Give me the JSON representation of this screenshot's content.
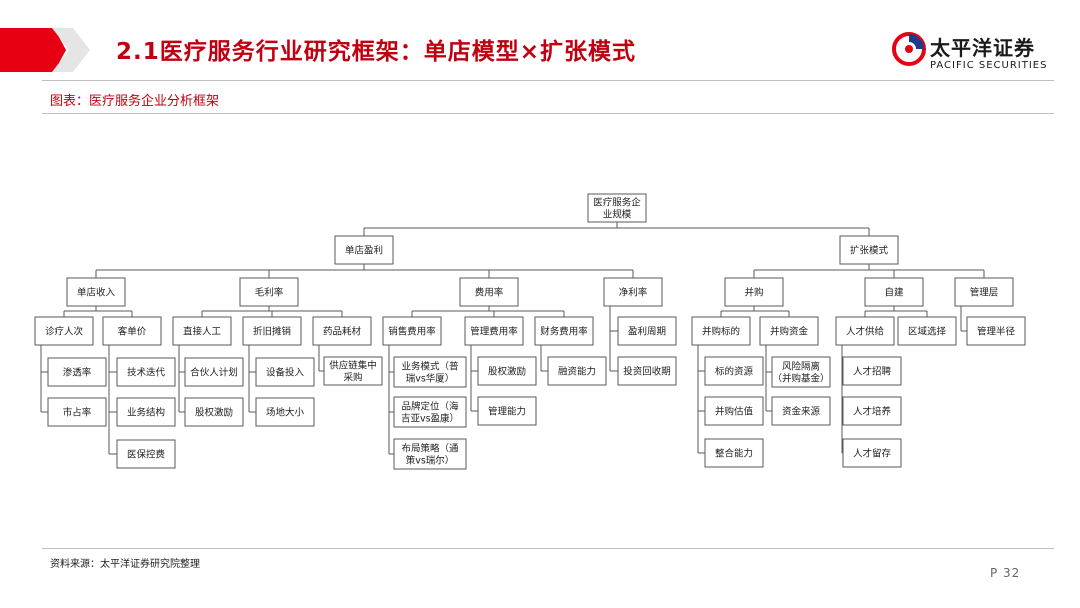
{
  "header": {
    "title": "2.1医疗服务行业研究框架：单店模型×扩张模式",
    "brand_cn": "太平洋证券",
    "brand_en": "PACIFIC SECURITIES"
  },
  "figure_label": "图表：医疗服务企业分析框架",
  "source": "资料来源：太平洋证券研究院整理",
  "page_number": "P 32",
  "colors": {
    "accent": "#e60012",
    "title": "#c00010",
    "border": "#595959"
  },
  "diagram": {
    "nodes": [
      {
        "id": "root",
        "lines": [
          "医疗服务企",
          "业规模"
        ]
      },
      {
        "id": "dd",
        "lines": [
          "单店盈利"
        ]
      },
      {
        "id": "kz",
        "lines": [
          "扩张模式"
        ]
      },
      {
        "id": "ddsr",
        "lines": [
          "单店收入"
        ]
      },
      {
        "id": "mll",
        "lines": [
          "毛利率"
        ]
      },
      {
        "id": "fyl",
        "lines": [
          "费用率"
        ]
      },
      {
        "id": "jll",
        "lines": [
          "净利率"
        ]
      },
      {
        "id": "bg",
        "lines": [
          "并购"
        ]
      },
      {
        "id": "zj",
        "lines": [
          "自建"
        ]
      },
      {
        "id": "glc",
        "lines": [
          "管理层"
        ]
      },
      {
        "id": "zlrc",
        "lines": [
          "诊疗人次"
        ]
      },
      {
        "id": "kdj",
        "lines": [
          "客单价"
        ]
      },
      {
        "id": "zjrg",
        "lines": [
          "直接人工"
        ]
      },
      {
        "id": "zjtx",
        "lines": [
          "折旧摊销"
        ]
      },
      {
        "id": "yphc",
        "lines": [
          "药品耗材"
        ]
      },
      {
        "id": "xsfyl",
        "lines": [
          "销售费用率"
        ]
      },
      {
        "id": "glfyl",
        "lines": [
          "管理费用率"
        ]
      },
      {
        "id": "cwfyl",
        "lines": [
          "财务费用率"
        ]
      },
      {
        "id": "ylzq",
        "lines": [
          "盈利周期"
        ]
      },
      {
        "id": "tzhsq",
        "lines": [
          "投资回收期"
        ]
      },
      {
        "id": "bgbd",
        "lines": [
          "并购标的"
        ]
      },
      {
        "id": "bgzj",
        "lines": [
          "并购资金"
        ]
      },
      {
        "id": "rcgj",
        "lines": [
          "人才供给"
        ]
      },
      {
        "id": "qyxz",
        "lines": [
          "区域选择"
        ]
      },
      {
        "id": "glbj",
        "lines": [
          "管理半径"
        ]
      },
      {
        "id": "stl",
        "lines": [
          "渗透率"
        ]
      },
      {
        "id": "scl",
        "lines": [
          "市占率"
        ]
      },
      {
        "id": "jsdd",
        "lines": [
          "技术迭代"
        ]
      },
      {
        "id": "ywjg",
        "lines": [
          "业务结构"
        ]
      },
      {
        "id": "ybkf",
        "lines": [
          "医保控费"
        ]
      },
      {
        "id": "hhrjh",
        "lines": [
          "合伙人计划"
        ]
      },
      {
        "id": "gqjl1",
        "lines": [
          "股权激励"
        ]
      },
      {
        "id": "sbtr",
        "lines": [
          "设备投入"
        ]
      },
      {
        "id": "cddx",
        "lines": [
          "场地大小"
        ]
      },
      {
        "id": "gylzlc",
        "lines": [
          "供应链集中",
          "采购"
        ]
      },
      {
        "id": "ywms",
        "lines": [
          "业务模式（普",
          "瑞vs华厦）"
        ]
      },
      {
        "id": "ppdw",
        "lines": [
          "品牌定位（海",
          "吉亚vs盈康）"
        ]
      },
      {
        "id": "bjcl",
        "lines": [
          "布局策略（通",
          "策vs瑞尔）"
        ]
      },
      {
        "id": "gqjl2",
        "lines": [
          "股权激励"
        ]
      },
      {
        "id": "glnl",
        "lines": [
          "管理能力"
        ]
      },
      {
        "id": "rznl",
        "lines": [
          "融资能力"
        ]
      },
      {
        "id": "bdzy",
        "lines": [
          "标的资源"
        ]
      },
      {
        "id": "bggz",
        "lines": [
          "并购估值"
        ]
      },
      {
        "id": "zhnl",
        "lines": [
          "整合能力"
        ]
      },
      {
        "id": "fxgl",
        "lines": [
          "风险隔离",
          "（并购基金）"
        ]
      },
      {
        "id": "zjly",
        "lines": [
          "资金来源"
        ]
      },
      {
        "id": "rczp",
        "lines": [
          "人才招聘"
        ]
      },
      {
        "id": "rcpy",
        "lines": [
          "人才培养"
        ]
      },
      {
        "id": "rclc",
        "lines": [
          "人才留存"
        ]
      }
    ]
  }
}
